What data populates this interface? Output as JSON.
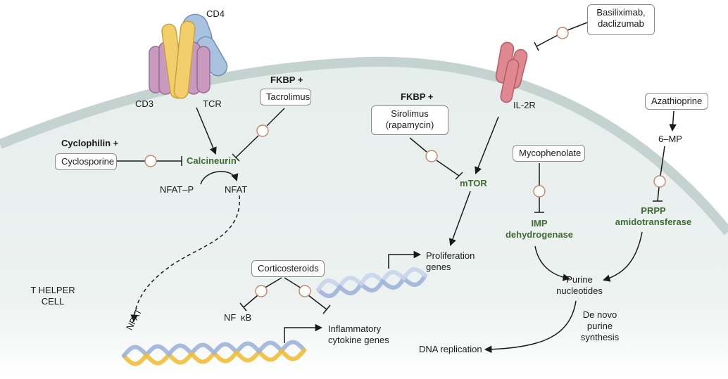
{
  "cell": {
    "title_line1": "T HELPER",
    "title_line2": "CELL"
  },
  "receptors": {
    "cd4": "CD4",
    "cd3": "CD3",
    "tcr": "TCR",
    "il2r": "IL-2R"
  },
  "drugs": {
    "cyclophilin_prefix": "Cyclophilin +",
    "cyclosporine": "Cyclosporine",
    "fkbp_prefix_1": "FKBP +",
    "tacrolimus": "Tacrolimus",
    "fkbp_prefix_2": "FKBP +",
    "sirolimus_line1": "Sirolimus",
    "sirolimus_line2": "(rapamycin)",
    "basiliximab_line1": "Basiliximab,",
    "basiliximab_line2": "daclizumab",
    "mycophenolate": "Mycophenolate",
    "azathioprine": "Azathioprine",
    "corticosteroids": "Corticosteroids"
  },
  "targets": {
    "calcineurin": "Calcineurin",
    "mtor": "mTOR",
    "imp_line1": "IMP",
    "imp_line2": "dehydrogenase",
    "prpp_line1": "PRPP",
    "prpp_line2": "amidotransferase",
    "six_mp": "6–MP"
  },
  "molecules": {
    "nfat_p": "NFAT–P",
    "nfat": "NFAT",
    "nfat_nuclear": "NFAT",
    "nf": "NF",
    "kb": "κB"
  },
  "outcomes": {
    "proliferation_line1": "Proliferation",
    "proliferation_line2": "genes",
    "inflammatory_line1": "Inflammatory",
    "inflammatory_line2": "cytokine genes",
    "purine_line1": "Purine",
    "purine_line2": "nucleotides",
    "denovo_line1": "De novo",
    "denovo_line2": "purine",
    "denovo_line3": "synthesis",
    "dna_replication": "DNA replication"
  },
  "colors": {
    "cytoplasm": "#e6eeec",
    "membrane": "#c4d3cf",
    "tcr_yellow": "#f2cf6b",
    "cd3_purple": "#c99ac0",
    "cd4_blue": "#a9c2e0",
    "il2r_red": "#e08891",
    "target_green": "#3f6b33",
    "dna_yellow": "#f1be3a",
    "dna_blue": "#9fb4d8"
  }
}
